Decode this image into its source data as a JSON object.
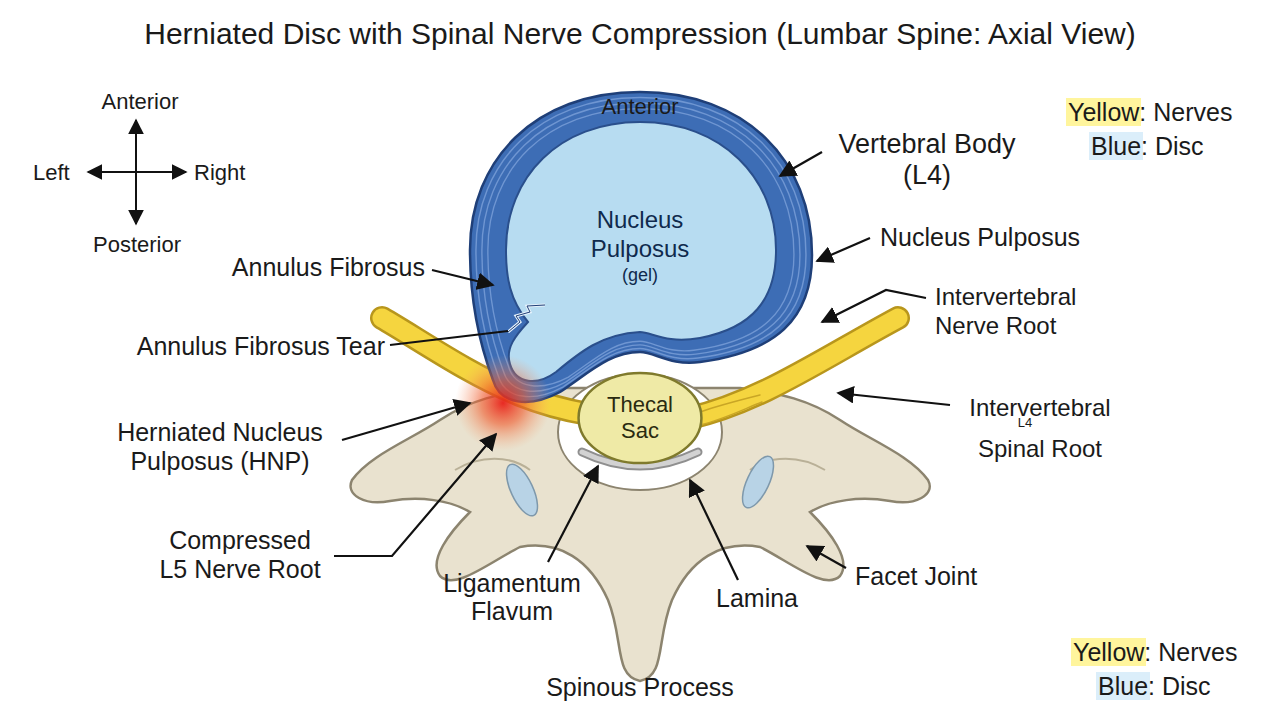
{
  "diagram": {
    "title": "Herniated Disc with Spinal Nerve Compression (Lumbar Spine: Axial View)",
    "nodes": [
      {
        "text": [
          "Nucleus Pulposus",
          "(gel)"
        ]
      },
      {
        "text": [
          "Thecal Sac"
        ]
      }
    ],
    "labels": [
      "Anterior",
      "Left",
      "Right",
      "Posterior",
      "Anterior",
      "Vertebral Body (L4)",
      "Nucleus Pulposus",
      "Intervertebral Nerve Root",
      "Intervertebral Spinal Root",
      "L4",
      "Annulus Fibrosus",
      "Annulus Fibrosus Tear",
      "Herniated Nucleus Pulposus (HNP)",
      "Compressed L5 Nerve Root",
      "Ligamentum Flavum",
      "Lamina",
      "Facet Joint",
      "Spinous Process"
    ],
    "legend": [
      {
        "text": "Yellow: Nerves",
        "color": "#fff59d"
      },
      {
        "text": "Blue: Disc",
        "color": "#dbeefa"
      },
      {
        "text": "Yellow: Nerves",
        "color": "#fff59d"
      },
      {
        "text": "Blue: Disc",
        "color": "#dbeefa"
      }
    ]
  }
}
